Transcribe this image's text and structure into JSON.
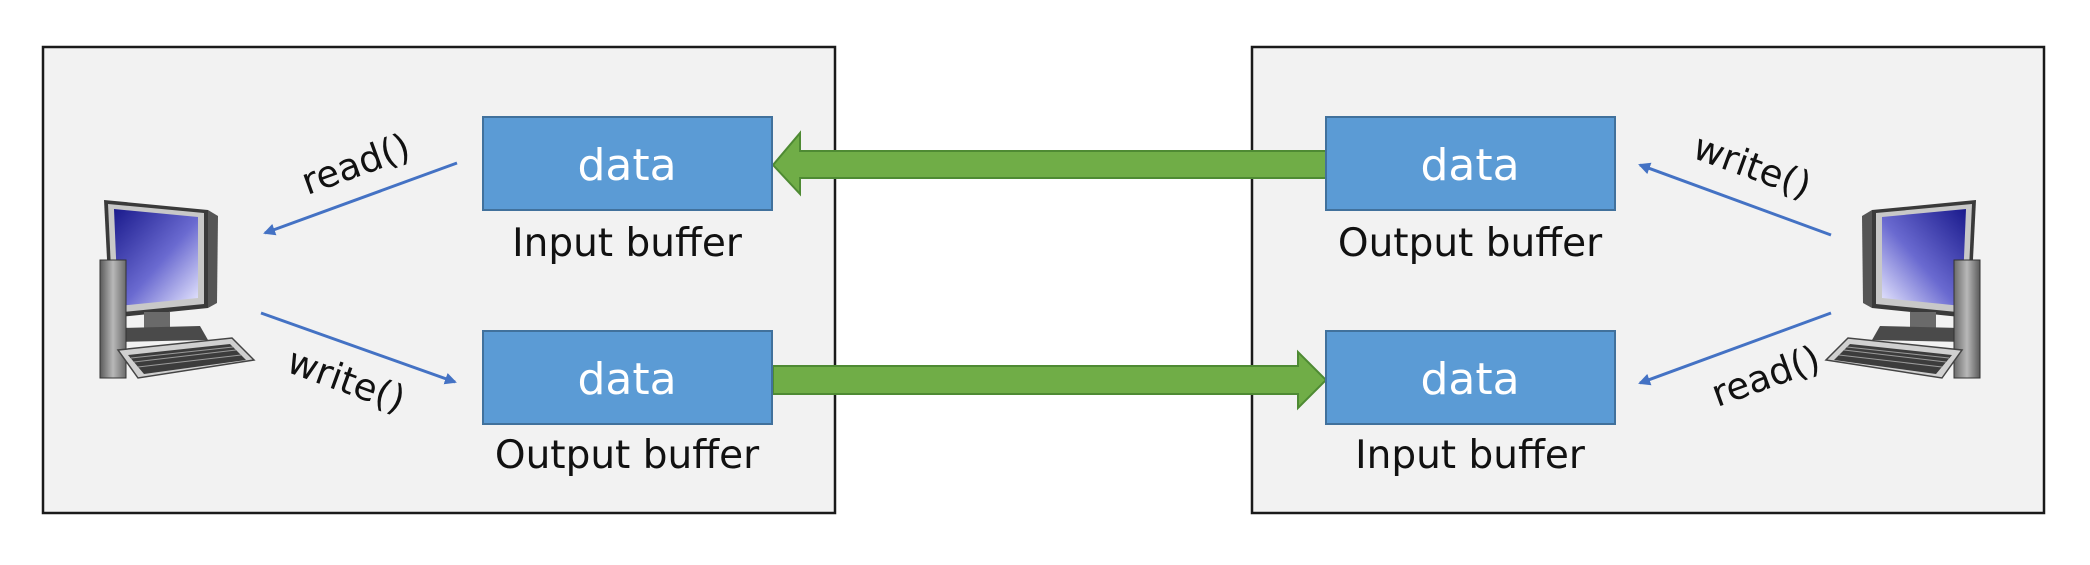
{
  "colors": {
    "panel_fill": "#f2f2f2",
    "panel_border": "#1a1a1a",
    "buffer_fill": "#5b9bd5",
    "buffer_border": "#41719c",
    "buffer_text": "#ffffff",
    "pipe_fill": "#70ad47",
    "pipe_border": "#4e8a33",
    "call_arrow": "#4472c4",
    "label_text": "#111111"
  },
  "left_host": {
    "computer_icon": "desktop-computer-icon",
    "input_buffer": {
      "data_label": "data",
      "caption": "Input buffer"
    },
    "output_buffer": {
      "data_label": "data",
      "caption": "Output buffer"
    },
    "read_call": "read()",
    "write_call": "write()"
  },
  "right_host": {
    "computer_icon": "desktop-computer-icon",
    "output_buffer": {
      "data_label": "data",
      "caption": "Output buffer"
    },
    "input_buffer": {
      "data_label": "data",
      "caption": "Input buffer"
    },
    "write_call": "write()",
    "read_call": "read()"
  }
}
